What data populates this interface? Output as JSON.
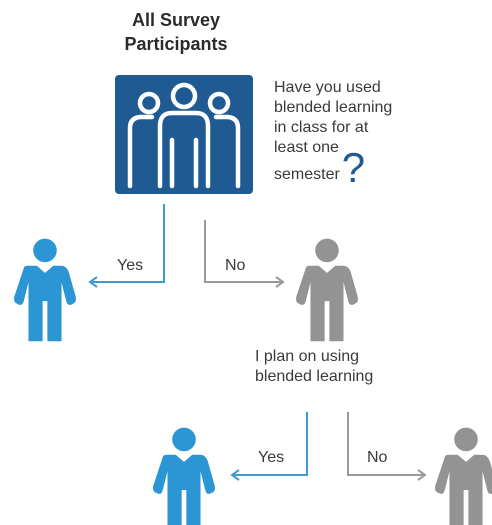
{
  "title": {
    "line1": "All Survey",
    "line2": "Participants"
  },
  "question1": {
    "lines": [
      "Have you used",
      "blended learning",
      "in class for at",
      "least one",
      "semester"
    ],
    "mark": "?"
  },
  "branch1": {
    "yes_label": "Yes",
    "no_label": "No"
  },
  "question2": {
    "lines": [
      "I plan on using",
      "blended learning"
    ]
  },
  "branch2": {
    "yes_label": "Yes",
    "no_label": "No"
  },
  "colors": {
    "yes": "#2b96d3",
    "no": "#939393",
    "group_box": "#1f5b92",
    "arrow_yes": "#3e9bd1",
    "arrow_no": "#9a9a9a"
  },
  "icons": {
    "group": "people-group-icon",
    "person_yes": "person-icon",
    "person_no": "person-icon"
  }
}
